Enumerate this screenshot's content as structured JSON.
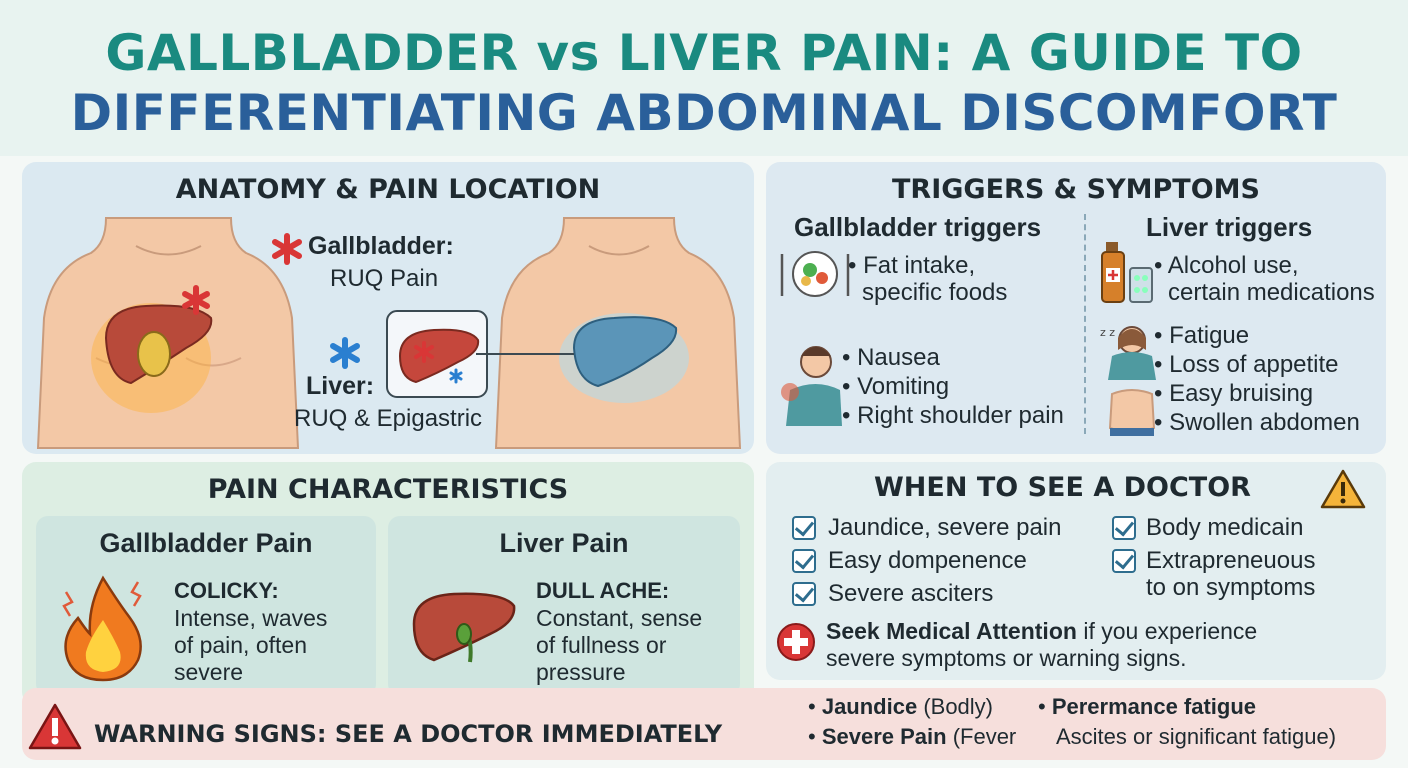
{
  "header": {
    "title_line1": "GALLBLADDER vs LIVER PAIN: A GUIDE TO",
    "title_line2": "DIFFERENTIATING ABDOMINAL DISCOMFORT"
  },
  "anatomy": {
    "title": "ANATOMY & PAIN LOCATION",
    "gallbladder_label": "Gallbladder:",
    "gallbladder_location": "RUQ Pain",
    "liver_label": "Liver:",
    "liver_location": "RUQ & Epigastric",
    "gallbladder_color": "#d93636",
    "liver_color": "#2a7fd0"
  },
  "triggers": {
    "title": "TRIGGERS & SYMPTOMS",
    "gallbladder_heading": "Gallbladder triggers",
    "gallbladder_triggers": [
      "Fat intake,",
      "specific foods"
    ],
    "gallbladder_symptoms": [
      "Nausea",
      "Vomiting",
      "Right shoulder pain"
    ],
    "liver_heading": "Liver triggers",
    "liver_triggers": [
      "Alcohol use,",
      "certain medications"
    ],
    "liver_symptoms": [
      "Fatigue",
      "Loss of appetite",
      "Easy bruising",
      "Swollen abdomen"
    ]
  },
  "characteristics": {
    "title": "PAIN CHARACTERISTICS",
    "gallbladder": {
      "heading": "Gallbladder Pain",
      "type": "COLICKY:",
      "desc": [
        "Intense, waves",
        "of pain, often",
        "severe"
      ]
    },
    "liver": {
      "heading": "Liver Pain",
      "type": "DULL ACHE:",
      "desc": [
        "Constant, sense",
        "of fullness or",
        "pressure"
      ]
    }
  },
  "doctor": {
    "title": "WHEN TO SEE A DOCTOR",
    "left_items": [
      "Jaundice, severe pain",
      "Easy dompenence",
      "Severe asciters"
    ],
    "right_items": [
      "Body medicain",
      "Extrapreneuous",
      "to on symptoms"
    ],
    "seek_bold": "Seek Medical Attention",
    "seek_rest1": " if you experience",
    "seek_rest2": "severe symptoms or warning signs."
  },
  "warning": {
    "title": "WARNING SIGNS: SEE A DOCTOR IMMEDIATELY",
    "items": [
      {
        "bold": "Jaundice",
        "rest": " (Bodly)"
      },
      {
        "bold": "Severe Pain",
        "rest": " (Fever"
      },
      {
        "bold": "Perermance fatigue",
        "rest": ""
      },
      {
        "bold": "",
        "rest": "Ascites or significant fatigue)"
      }
    ]
  },
  "icons": [
    "asterisk-icon",
    "liver-icon",
    "plate-icon",
    "pill-bottle-icon",
    "nauseous-person-icon",
    "tired-person-icon",
    "flame-icon",
    "warning-triangle-icon",
    "medical-cross-icon",
    "checkbox-icon"
  ]
}
